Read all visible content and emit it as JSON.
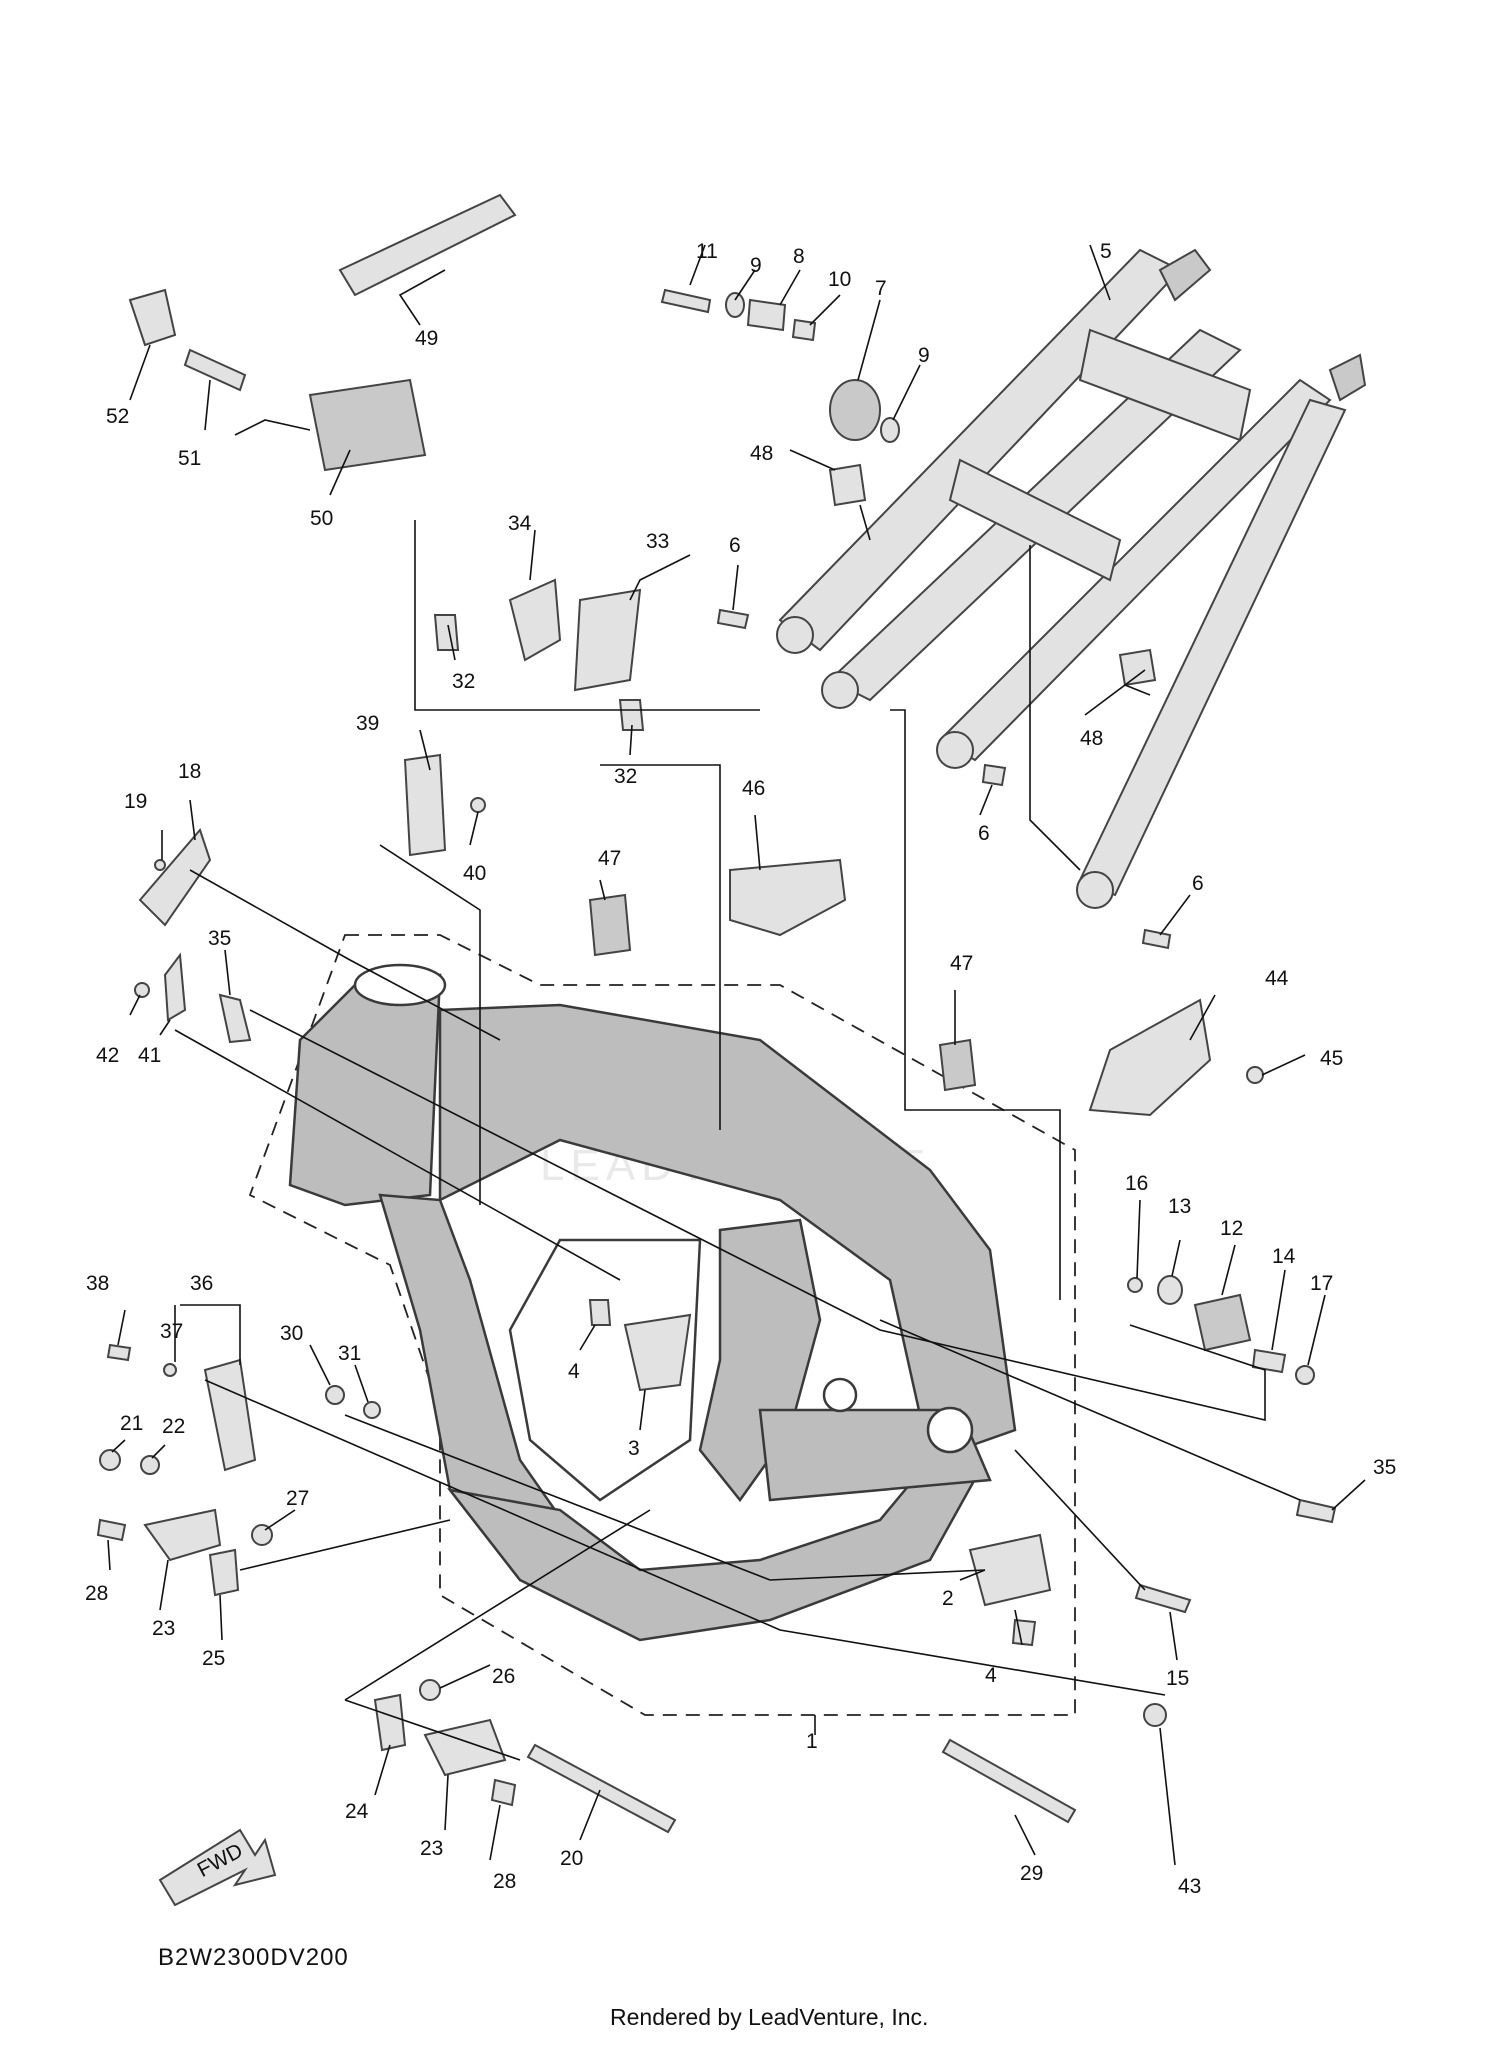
{
  "diagram": {
    "code": "B2W2300DV200",
    "fwd_label": "FWD",
    "credit": "Rendered by LeadVenture, Inc.",
    "watermark": "LEADVENTURE"
  },
  "callouts": [
    {
      "id": "1"
    },
    {
      "id": "2"
    },
    {
      "id": "3"
    },
    {
      "id": "4"
    },
    {
      "id": "4"
    },
    {
      "id": "5"
    },
    {
      "id": "6"
    },
    {
      "id": "6"
    },
    {
      "id": "6"
    },
    {
      "id": "7"
    },
    {
      "id": "8"
    },
    {
      "id": "9"
    },
    {
      "id": "9"
    },
    {
      "id": "10"
    },
    {
      "id": "11"
    },
    {
      "id": "12"
    },
    {
      "id": "13"
    },
    {
      "id": "14"
    },
    {
      "id": "15"
    },
    {
      "id": "16"
    },
    {
      "id": "17"
    },
    {
      "id": "18"
    },
    {
      "id": "19"
    },
    {
      "id": "20"
    },
    {
      "id": "21"
    },
    {
      "id": "22"
    },
    {
      "id": "23"
    },
    {
      "id": "23"
    },
    {
      "id": "24"
    },
    {
      "id": "25"
    },
    {
      "id": "26"
    },
    {
      "id": "27"
    },
    {
      "id": "28"
    },
    {
      "id": "28"
    },
    {
      "id": "29"
    },
    {
      "id": "30"
    },
    {
      "id": "31"
    },
    {
      "id": "32"
    },
    {
      "id": "32"
    },
    {
      "id": "33"
    },
    {
      "id": "34"
    },
    {
      "id": "35"
    },
    {
      "id": "35"
    },
    {
      "id": "36"
    },
    {
      "id": "37"
    },
    {
      "id": "38"
    },
    {
      "id": "39"
    },
    {
      "id": "40"
    },
    {
      "id": "41"
    },
    {
      "id": "42"
    },
    {
      "id": "43"
    },
    {
      "id": "44"
    },
    {
      "id": "45"
    },
    {
      "id": "46"
    },
    {
      "id": "47"
    },
    {
      "id": "47"
    },
    {
      "id": "48"
    },
    {
      "id": "48"
    },
    {
      "id": "49"
    },
    {
      "id": "50"
    },
    {
      "id": "51"
    },
    {
      "id": "52"
    }
  ]
}
